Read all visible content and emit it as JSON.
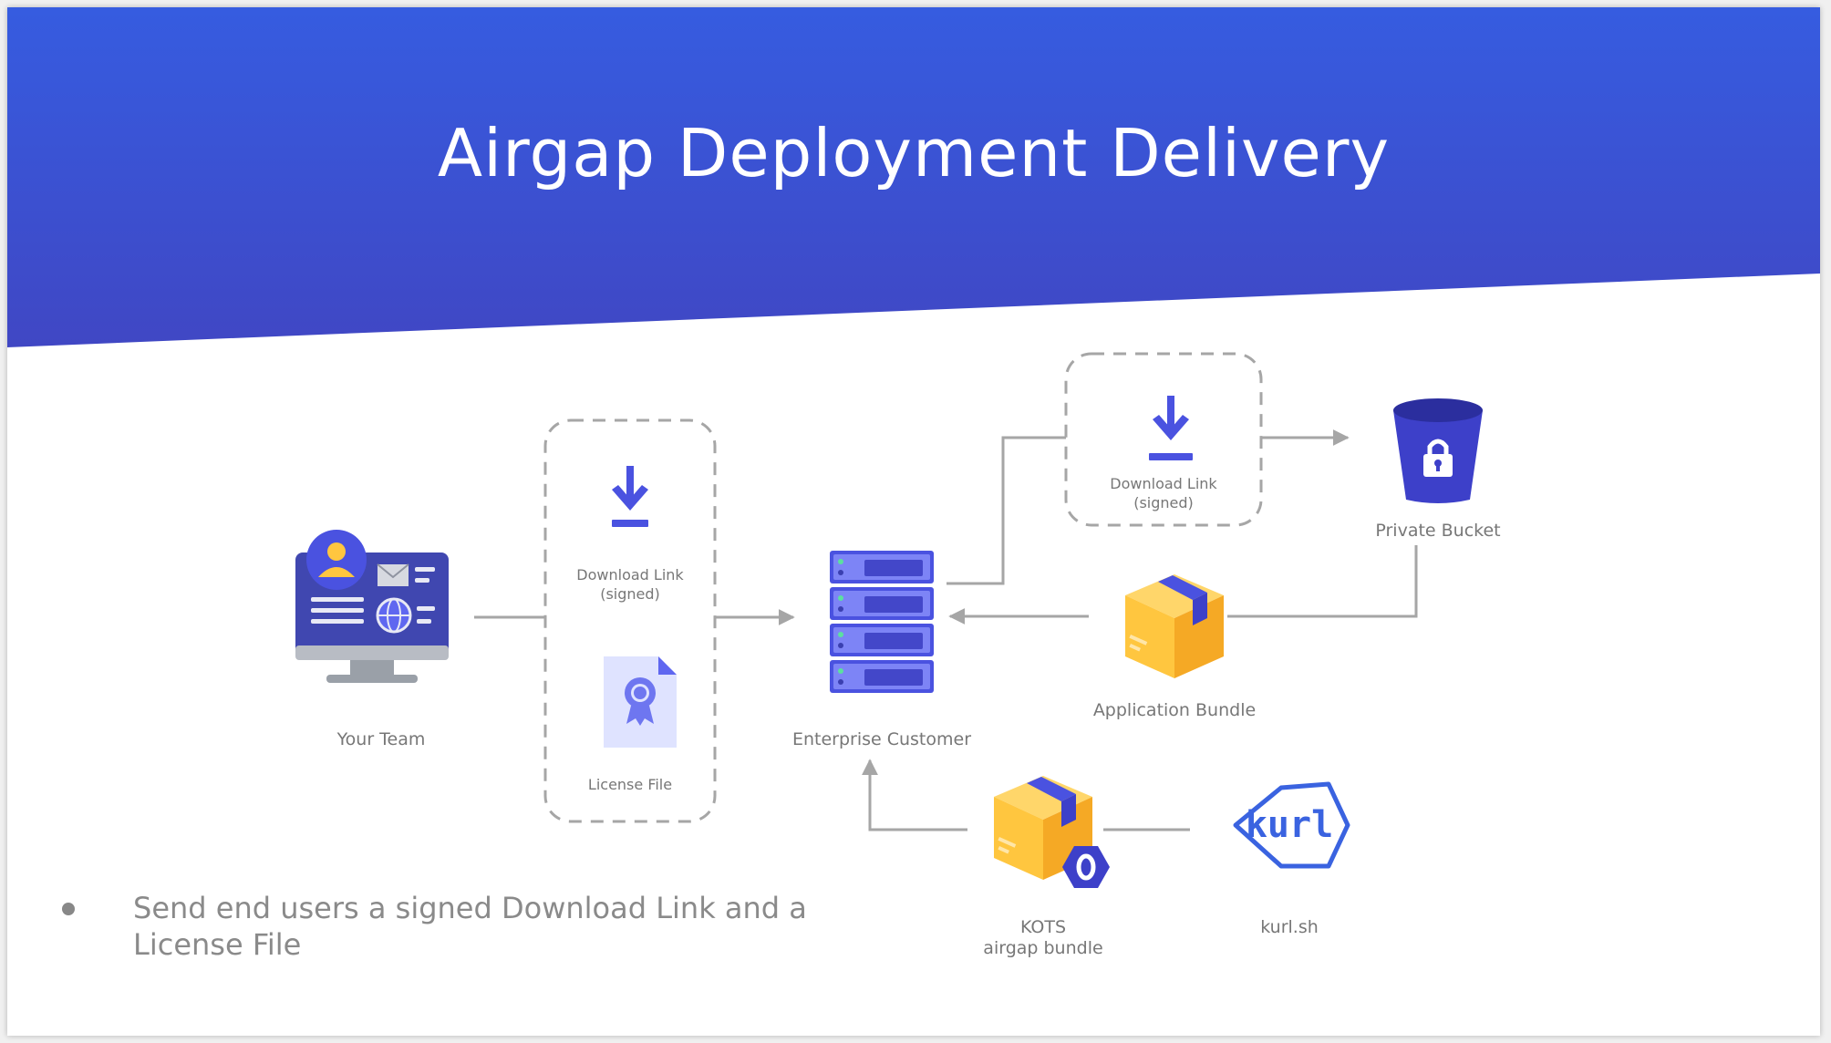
{
  "slide": {
    "title": "Airgap Deployment Delivery",
    "header_colors": [
      "#365ce0",
      "#4047c4"
    ]
  },
  "nodes": {
    "your_team": {
      "label": "Your Team",
      "icon": "computer-profile-icon"
    },
    "download_link_left": {
      "label_line1": "Download Link",
      "label_line2": "(signed)",
      "icon": "download-icon"
    },
    "license_file": {
      "label": "License File",
      "icon": "license-certificate-icon"
    },
    "enterprise_customer": {
      "label": "Enterprise Customer",
      "icon": "server-rack-icon"
    },
    "download_link_top": {
      "label_line1": "Download Link",
      "label_line2": "(signed)",
      "icon": "download-icon"
    },
    "private_bucket": {
      "label": "Private Bucket",
      "icon": "locked-bucket-icon"
    },
    "application_bundle": {
      "label": "Application Bundle",
      "icon": "package-box-icon"
    },
    "kots_bundle": {
      "label_line1": "KOTS",
      "label_line2": "airgap bundle",
      "icon": "package-box-hexagon-icon"
    },
    "kurl": {
      "label": "kurl.sh",
      "logo_text": "kurl",
      "icon": "kurl-hexagon-logo"
    }
  },
  "bullet": {
    "text": "Send end users a signed Download Link and a License File"
  },
  "colors": {
    "accent_blue": "#4a52e0",
    "arrow_gray": "#a6a6a6",
    "label_gray": "#777777",
    "box_yellow": "#ffc63f",
    "kurl_blue": "#3a63e0"
  }
}
